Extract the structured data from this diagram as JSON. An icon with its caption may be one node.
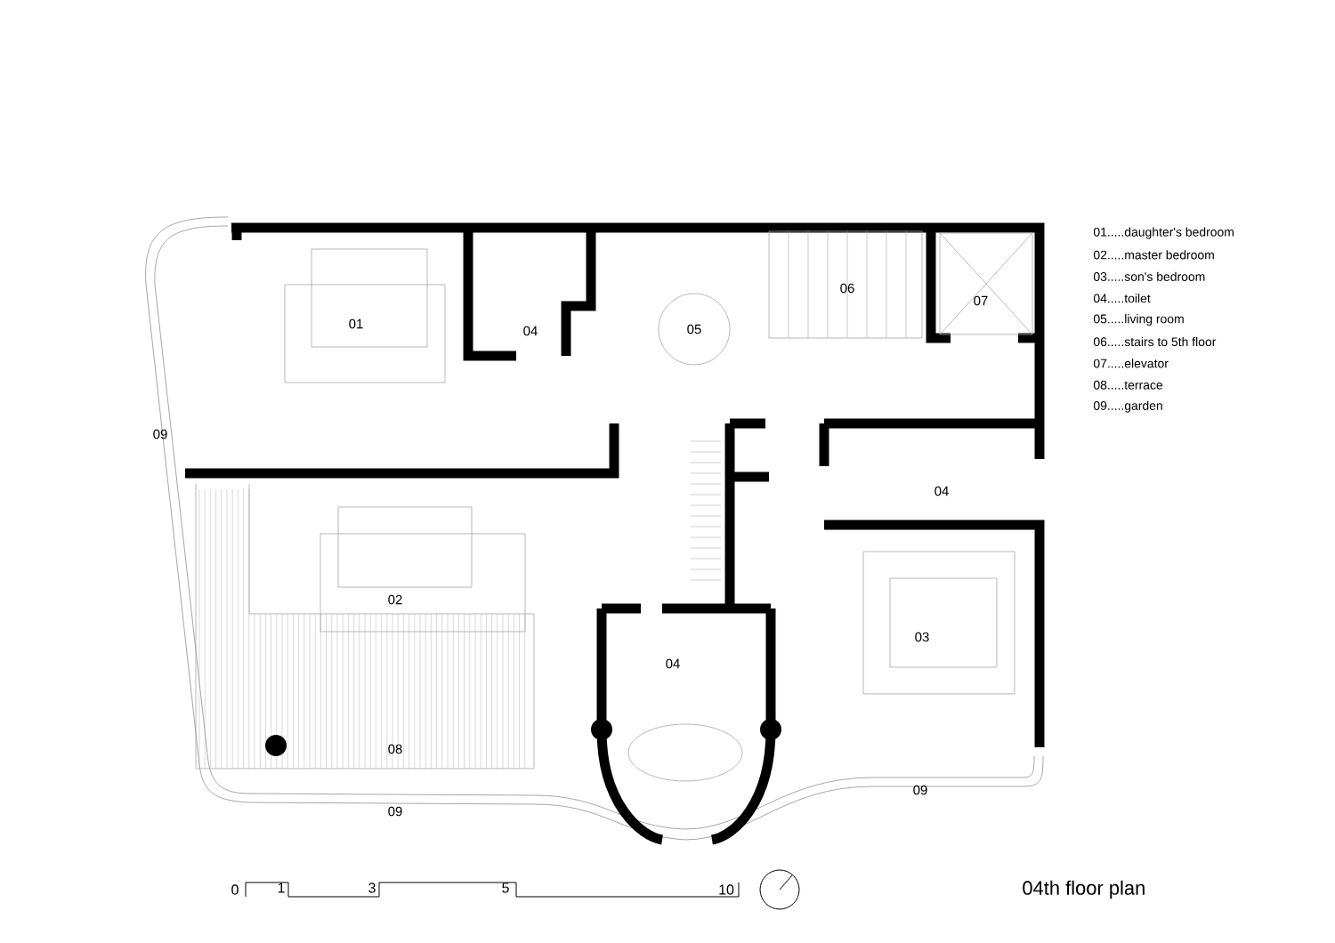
{
  "diagram": {
    "title": "04th floor plan",
    "labels": [
      "01",
      "04",
      "05",
      "06",
      "07",
      "09",
      "04",
      "02",
      "03",
      "04",
      "08",
      "09",
      "09",
      "01.....daughter's bedroom",
      "02.....master bedroom",
      "03.....son's bedroom",
      "04.....toilet",
      "05.....living room",
      "06.....stairs to 5th floor",
      "07.....elevator",
      "08.....terrace",
      "09.....garden",
      "0",
      "1",
      "3",
      "5",
      "10"
    ]
  }
}
